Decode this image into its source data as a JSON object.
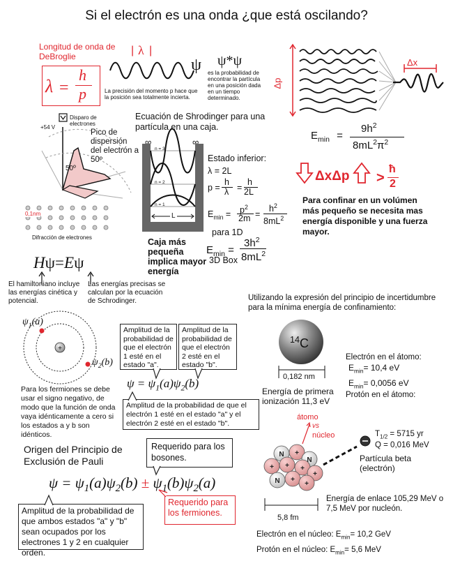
{
  "title": "Si el electrón es una onda ¿que está oscilando?",
  "debroglie": {
    "label": "Longitud de onda de DeBroglie",
    "lambda": "λ",
    "h": "h",
    "p": "p",
    "wave_lambda": "λ",
    "psi": "ψ",
    "psi_star_psi": "ψ*ψ",
    "momentum_note": "La precisión del momento p hace que la posición sea totalmente incierta.",
    "prob_note": "es la probabilidad de encontrar la partícula en una posición dada en un tiempo determinado."
  },
  "uncertainty": {
    "dp": "Δp",
    "dx": "Δx",
    "emin_label": "E",
    "emin_sub": "min",
    "num": "9h",
    "den": "8mL",
    "rule": "ΔxΔp",
    "gt": ">",
    "hbar": "ħ",
    "two": "2",
    "note": "Para confinar en un volúmen más pequeño se necesita mas energía disponible y una fuerza mayor."
  },
  "scattering": {
    "disparo": "Disparo de electrones",
    "volt": "+54 V",
    "pico": "Pico de dispersión del electrón a 50º",
    "angle": "50º",
    "spacing": "0,1nm",
    "difraccion": "Difracción de electrones"
  },
  "box": {
    "heading": "Ecuación de Shrodinger para una partícula en una caja.",
    "inf": "∞",
    "n3": "n = 3",
    "n2": "n = 2",
    "n1": "n = 1",
    "L": "L",
    "estado": "Estado inferior:",
    "lam": "λ = 2L",
    "p_eq": "p =",
    "h": "h",
    "lambda": "λ",
    "eq": "=",
    "twoL": "2L",
    "emin": "E",
    "min": "min",
    "p2": "p",
    "twom": "2m",
    "h2": "h",
    "eightml": "8mL",
    "para1d": "para   1D",
    "emin3d": "E",
    "threeh": "3h",
    "box3d": "3D Box",
    "caja": "Caja más pequeña implica mayor energía"
  },
  "hamiltonian": {
    "H": "H",
    "psi": "ψ",
    "E": "E",
    "eq": "=",
    "note1": "El hamiltoniano incluye las energías cinética y potencial.",
    "note2": "Las energías precisas se calculan por la ecuación de Schrodinger."
  },
  "atom14": {
    "intro": "Utilizando la expresión del principio de incertidumbre para la mínima energía de confinamiento:",
    "mass": "14",
    "C": "C",
    "size": "0,182 nm",
    "ioniz": "Energía de primera ionización 11,3 eV",
    "electron_atom": "Electrón en el átomo:",
    "emin1": "10,4 eV",
    "emin2": "0,0056 eV",
    "proton_atom": "Protón en el átomo:",
    "atomo": "átomo",
    "vs": "vs",
    "nucleo": "núcleo",
    "half": "T",
    "half_sub": "1/2",
    "half_val": "= 5715 yr",
    "Q": "Q = 0,016 MeV",
    "beta": "Partícula beta (electrón)",
    "bind": "Energía de enlace 105,29 MeV o 7,5 MeV por nucleón.",
    "fm": "5,8 fm",
    "electron_nuc": "Electrón en el núcleo:",
    "en_val": "10,2 GeV",
    "proton_nuc": "Protón en el núcleo:",
    "pn_val": "5,6 MeV",
    "N": "N",
    "minus": "−"
  },
  "pauli": {
    "psi1a": "ψ",
    "sub1": "1",
    "a": "(a)",
    "psi2b": "ψ",
    "sub2": "2",
    "b": "(b)",
    "box1": "Amplitud de la probabilidad de que el electrón 1 esté en el estado \"a\".",
    "box2": "Amplitud de la probabilidad de que el electrón 2 esté en el estado \"b\".",
    "eq1": "ψ = ψ",
    "box3": "Amplitud de la probabilidad de que el electrón 1 esté en el estado \"a\"  y el electrón 2 esté en el estado \"b\".",
    "fermion_note": "Para los fermiones se debe usar el signo negativo, de modo que la función de onda vaya idénticamente a cero si los estados a y  b son idénticos.",
    "origin": "Origen del Principio de Exclusión de Pauli",
    "bosons": "Requerido para los bosones.",
    "fermions": "Requerido para los fermiones.",
    "pm": "±",
    "amp_both": "Amplitud de la probabilidad de que ambos estados \"a\" y  \"b\" sean ocupados por los electrones 1 y 2 en cualquier orden."
  },
  "colors": {
    "accent": "#e0262e",
    "text": "#111111"
  }
}
